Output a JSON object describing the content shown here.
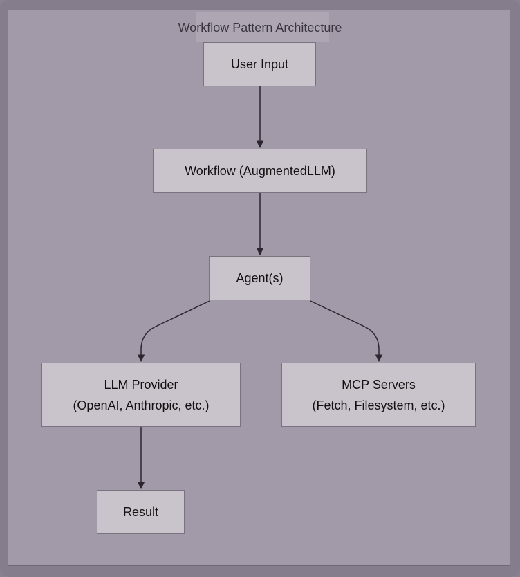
{
  "diagram": {
    "title": "Workflow Pattern Architecture",
    "nodes": {
      "user_input": {
        "label": "User Input"
      },
      "workflow": {
        "label": "Workflow (AugmentedLLM)"
      },
      "agents": {
        "label": "Agent(s)"
      },
      "llm_provider": {
        "line1": "LLM Provider",
        "line2": "(OpenAI, Anthropic, etc.)"
      },
      "mcp_servers": {
        "line1": "MCP Servers",
        "line2": "(Fetch, Filesystem, etc.)"
      },
      "result": {
        "label": "Result"
      }
    },
    "edges": [
      {
        "from": "User Input",
        "to": "Workflow (AugmentedLLM)"
      },
      {
        "from": "Workflow (AugmentedLLM)",
        "to": "Agent(s)"
      },
      {
        "from": "Agent(s)",
        "to": "LLM Provider"
      },
      {
        "from": "Agent(s)",
        "to": "MCP Servers"
      },
      {
        "from": "LLM Provider",
        "to": "Result"
      }
    ],
    "colors": {
      "node_fill": "#c9c3cb",
      "panel_fill": "#a29aa8",
      "edge": "#2b262f"
    }
  }
}
